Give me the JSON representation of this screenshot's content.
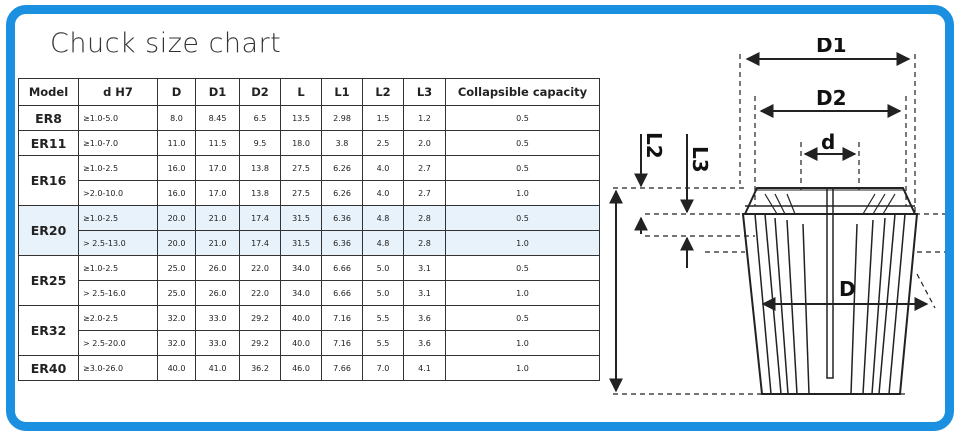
{
  "title": "Chuck size chart",
  "table": {
    "headers": [
      "Model",
      "d  H7",
      "D",
      "D1",
      "D2",
      "L",
      "L1",
      "L2",
      "L3",
      "Collapsible capacity"
    ],
    "groups": [
      {
        "model": "ER8",
        "rows": [
          [
            "≥1.0-5.0",
            "8.0",
            "8.45",
            "6.5",
            "13.5",
            "2.98",
            "1.5",
            "1.2",
            "0.5"
          ]
        ]
      },
      {
        "model": "ER11",
        "rows": [
          [
            "≥1.0-7.0",
            "11.0",
            "11.5",
            "9.5",
            "18.0",
            "3.8",
            "2.5",
            "2.0",
            "0.5"
          ]
        ]
      },
      {
        "model": "ER16",
        "rows": [
          [
            "≥1.0-2.5",
            "16.0",
            "17.0",
            "13.8",
            "27.5",
            "6.26",
            "4.0",
            "2.7",
            "0.5"
          ],
          [
            ">2.0-10.0",
            "16.0",
            "17.0",
            "13.8",
            "27.5",
            "6.26",
            "4.0",
            "2.7",
            "1.0"
          ]
        ]
      },
      {
        "model": "ER20",
        "rows": [
          [
            "≥1.0-2.5",
            "20.0",
            "21.0",
            "17.4",
            "31.5",
            "6.36",
            "4.8",
            "2.8",
            "0.5"
          ],
          [
            "> 2.5-13.0",
            "20.0",
            "21.0",
            "17.4",
            "31.5",
            "6.36",
            "4.8",
            "2.8",
            "1.0"
          ]
        ]
      },
      {
        "model": "ER25",
        "rows": [
          [
            "≥1.0-2.5",
            "25.0",
            "26.0",
            "22.0",
            "34.0",
            "6.66",
            "5.0",
            "3.1",
            "0.5"
          ],
          [
            "> 2.5-16.0",
            "25.0",
            "26.0",
            "22.0",
            "34.0",
            "6.66",
            "5.0",
            "3.1",
            "1.0"
          ]
        ]
      },
      {
        "model": "ER32",
        "rows": [
          [
            "≥2.0-2.5",
            "32.0",
            "33.0",
            "29.2",
            "40.0",
            "7.16",
            "5.5",
            "3.6",
            "0.5"
          ],
          [
            "> 2.5-20.0",
            "32.0",
            "33.0",
            "29.2",
            "40.0",
            "7.16",
            "5.5",
            "3.6",
            "1.0"
          ]
        ]
      },
      {
        "model": "ER40",
        "rows": [
          [
            "≥3.0-26.0",
            "40.0",
            "41.0",
            "36.2",
            "46.0",
            "7.66",
            "7.0",
            "4.1",
            "1.0"
          ]
        ]
      }
    ],
    "highlight_model": "ER20",
    "highlight_color": "#e8f2fb"
  },
  "diagram": {
    "labels": {
      "D1": "D1",
      "D2": "D2",
      "d": "d",
      "L2": "L2",
      "L3": "L3",
      "D": "D"
    }
  },
  "colors": {
    "frame": "#1b8fe0"
  }
}
